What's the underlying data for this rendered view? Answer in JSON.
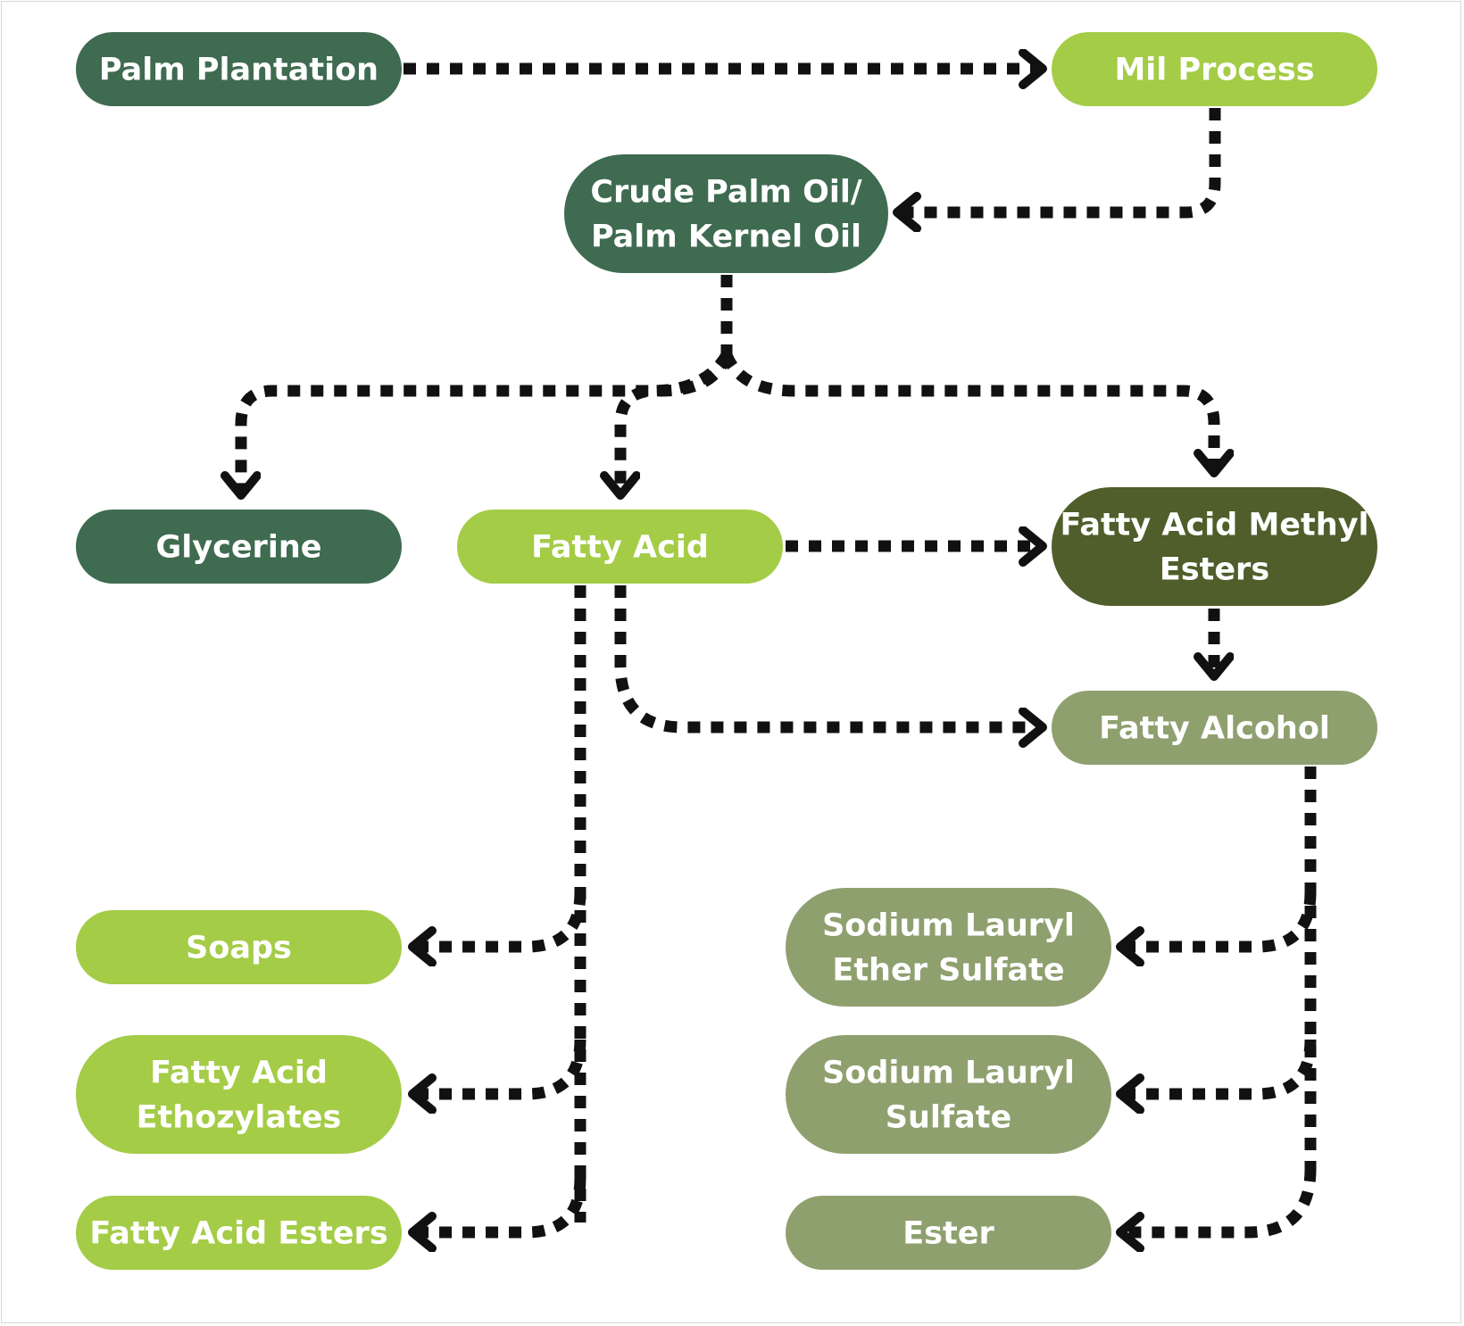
{
  "colors": {
    "dark_green": "#3f6b50",
    "lime": "#a4cc47",
    "olive": "#4f5e2a",
    "sage": "#8fa06f",
    "text": "#ffffff",
    "arrow": "#111111"
  },
  "nodes": {
    "palm_plantation": [
      "Palm Plantation"
    ],
    "mil_process": [
      "Mil Process"
    ],
    "crude_palm_oil": [
      "Crude Palm Oil/",
      "Palm Kernel Oil"
    ],
    "glycerine": [
      "Glycerine"
    ],
    "fatty_acid": [
      "Fatty Acid"
    ],
    "fatty_acid_methyl_esters": [
      "Fatty Acid Methyl",
      "Esters"
    ],
    "fatty_alcohol": [
      "Fatty Alcohol"
    ],
    "soaps": [
      "Soaps"
    ],
    "fatty_acid_ethozylates": [
      "Fatty Acid",
      "Ethozylates"
    ],
    "fatty_acid_esters": [
      "Fatty Acid Esters"
    ],
    "sodium_lauryl_ether_sulfate": [
      "Sodium Lauryl",
      "Ether Sulfate"
    ],
    "sodium_lauryl_sulfate": [
      "Sodium Lauryl",
      "Sulfate"
    ],
    "ester": [
      "Ester"
    ]
  }
}
